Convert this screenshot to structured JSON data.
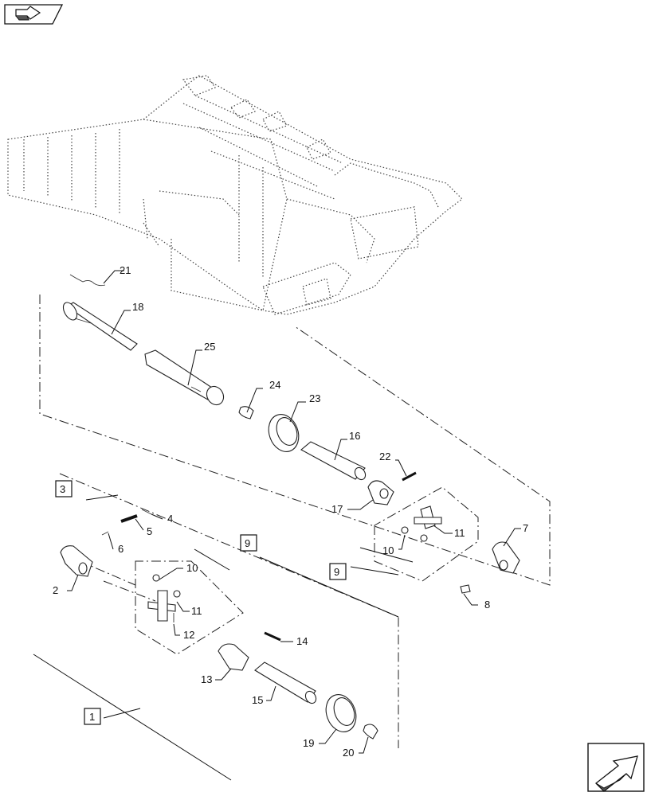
{
  "diagram": {
    "callouts": [
      "21",
      "18",
      "25",
      "24",
      "23",
      "16",
      "22",
      "17",
      "11",
      "10",
      "7",
      "3",
      "4",
      "5",
      "6",
      "2",
      "9",
      "10",
      "11",
      "12",
      "14",
      "13",
      "15",
      "19",
      "20",
      "1",
      "9",
      "8"
    ]
  },
  "nav": {
    "top_icon": "back-arrow-icon",
    "bottom_icon": "forward-arrow-icon"
  },
  "colors": {
    "line": "#111111",
    "background": "#ffffff"
  }
}
